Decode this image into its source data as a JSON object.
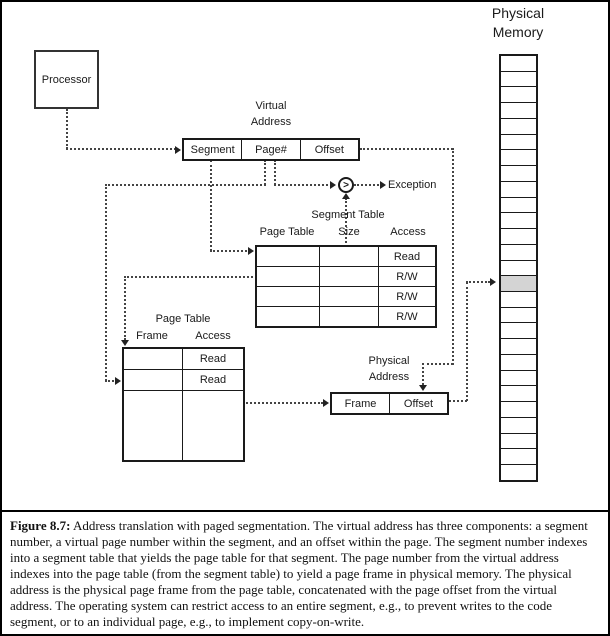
{
  "diagram": {
    "processor_label": "Processor",
    "virtual_address": {
      "title_line1": "Virtual",
      "title_line2": "Address",
      "fields": [
        "Segment",
        "Page#",
        "Offset"
      ]
    },
    "comparator_symbol": ">",
    "exception_label": "Exception",
    "segment_table": {
      "title": "Segment Table",
      "headers": [
        "Page Table",
        "Size",
        "Access"
      ],
      "rows": [
        {
          "page_table": "",
          "size": "",
          "access": "Read"
        },
        {
          "page_table": "",
          "size": "",
          "access": "R/W"
        },
        {
          "page_table": "",
          "size": "",
          "access": "R/W"
        },
        {
          "page_table": "",
          "size": "",
          "access": "R/W"
        }
      ]
    },
    "page_table": {
      "title": "Page Table",
      "headers": [
        "Frame",
        "Access"
      ],
      "rows": [
        {
          "frame": "",
          "access": "Read"
        },
        {
          "frame": "",
          "access": "Read"
        },
        {
          "frame": "",
          "access": ""
        }
      ]
    },
    "physical_address": {
      "title_line1": "Physical",
      "title_line2": "Address",
      "fields": [
        "Frame",
        "Offset"
      ]
    },
    "physical_memory": {
      "title_line1": "Physical",
      "title_line2": "Memory",
      "cell_count": 27,
      "highlighted_cell_index": 14,
      "highlight_color": "#d4d4d4"
    },
    "line_color": "#444444"
  },
  "caption": {
    "figure_label": "Figure 8.7:",
    "text": " Address translation with paged segmentation. The virtual address has three components: a segment number, a virtual page number within the segment, and an offset within the page. The segment number indexes into a segment table that yields the page table for that segment. The page number from the virtual address indexes into the page table (from the segment table) to yield a page frame in physical memory. The physical address is the physical page frame from the page table, concatenated with the page offset from the virtual address. The operating system can restrict access to an entire segment, e.g., to prevent writes to the code segment, or to an individual page, e.g., to implement copy-on-write."
  }
}
